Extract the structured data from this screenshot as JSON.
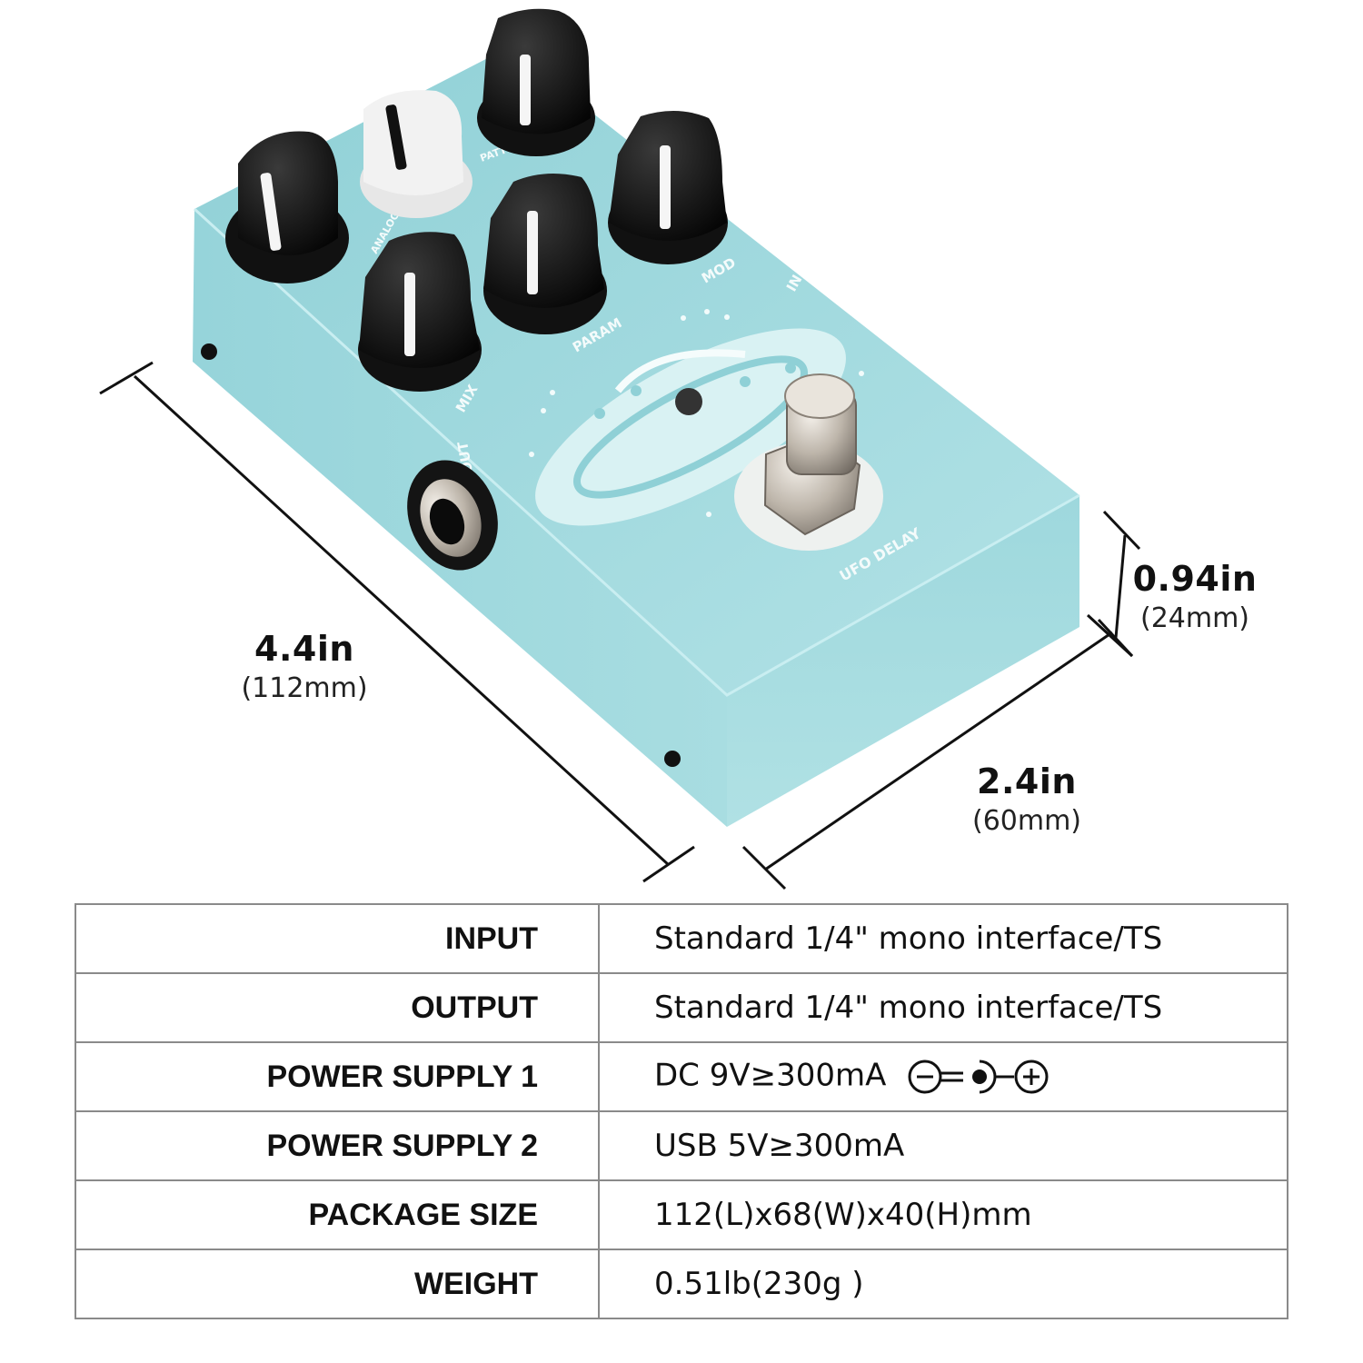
{
  "pedal": {
    "knob_labels": [
      "MIX",
      "PARAM",
      "MOD",
      "IN",
      "ANALOG",
      "PATTERN",
      "OUT"
    ],
    "model_label": "UFO DELAY",
    "colors": {
      "body": "#9fd6dc",
      "knob": "#0d0d0d",
      "accent_knob": "#f3f3f3"
    }
  },
  "dimensions": {
    "length": {
      "imperial": "4.4in",
      "metric": "(112mm)"
    },
    "width": {
      "imperial": "2.4in",
      "metric": "(60mm)"
    },
    "height": {
      "imperial": "0.94in",
      "metric": "(24mm)"
    }
  },
  "specs": [
    {
      "label": "INPUT",
      "value": "Standard 1/4\" mono interface/TS"
    },
    {
      "label": "OUTPUT",
      "value": "Standard 1/4\" mono interface/TS"
    },
    {
      "label": "POWER SUPPLY 1",
      "value": "DC 9V≥300mA",
      "icon": "dc-polarity-icon"
    },
    {
      "label": "POWER SUPPLY 2",
      "value": "USB 5V≥300mA"
    },
    {
      "label": "PACKAGE SIZE",
      "value": "112(L)x68(W)x40(H)mm"
    },
    {
      "label": "WEIGHT",
      "value": "0.51lb(230g )"
    }
  ]
}
